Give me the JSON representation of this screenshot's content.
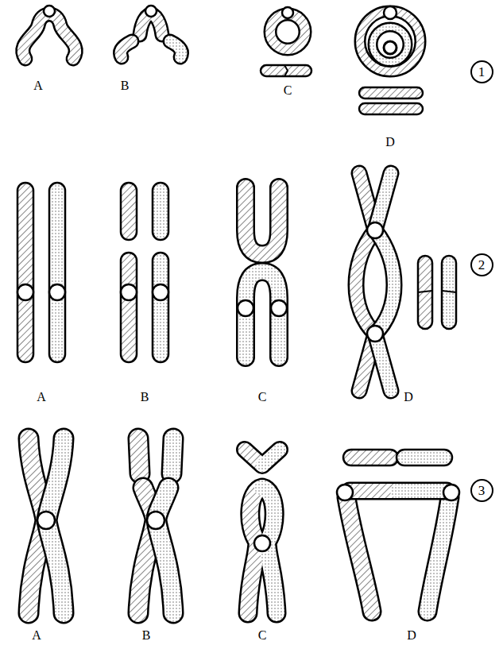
{
  "diagram": {
    "nodes": [
      {
        "text": [
          "1"
        ]
      },
      {
        "text": [
          "2"
        ]
      },
      {
        "text": [
          "3"
        ]
      }
    ],
    "labels": [
      "A",
      "B",
      "C",
      "D",
      "A",
      "B",
      "C",
      "D",
      "A",
      "B",
      "C",
      "D"
    ]
  }
}
